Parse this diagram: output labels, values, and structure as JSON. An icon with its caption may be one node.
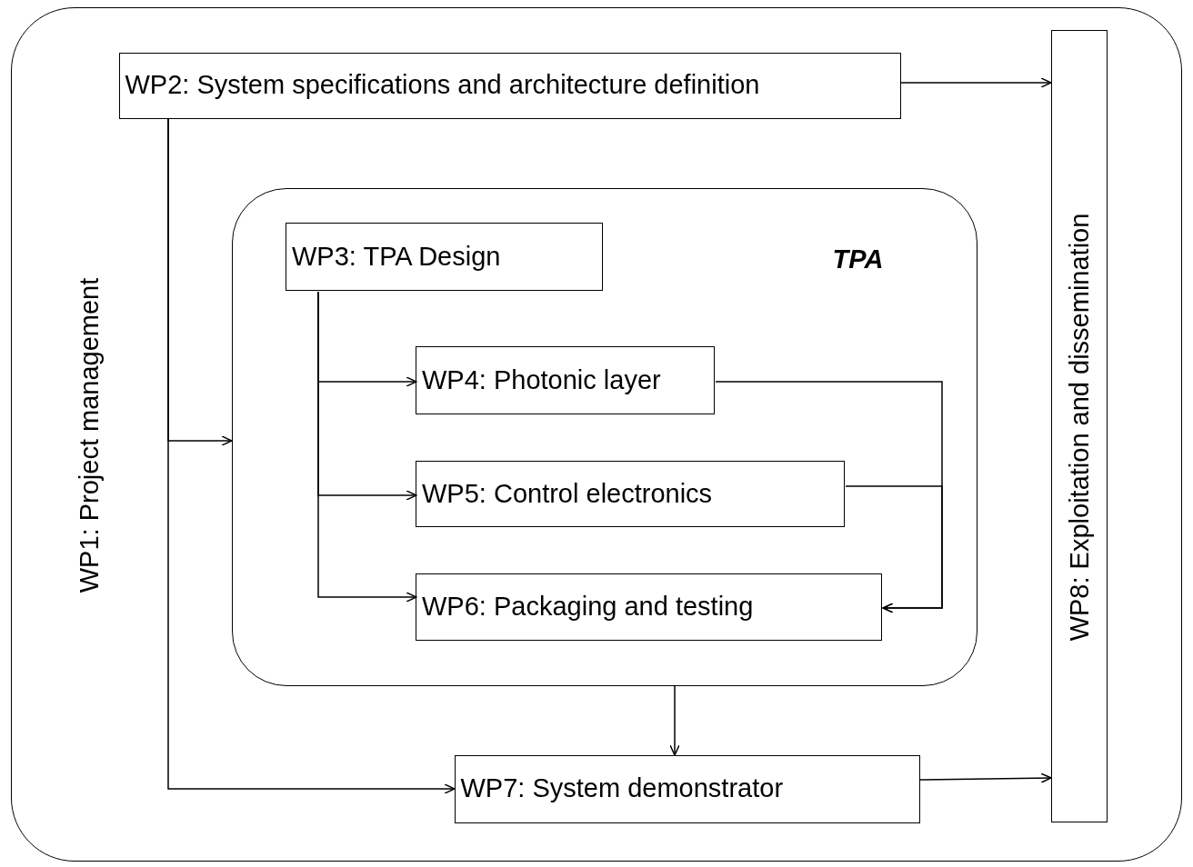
{
  "diagram": {
    "nodes": [
      {
        "text": [
          "WP1: Project management"
        ]
      },
      {
        "text": [
          "WP2: System specifications and architecture definition"
        ],
        "in": 0
      },
      {
        "text": [
          "TPA"
        ],
        "in": 0
      },
      {
        "text": [
          "WP3: TPA Design"
        ],
        "in": 2
      },
      {
        "text": [
          "WP4: Photonic layer"
        ],
        "in": 2
      },
      {
        "text": [
          "WP5: Control electronics"
        ],
        "in": 2
      },
      {
        "text": [
          "WP6: Packaging and testing"
        ],
        "in": 2
      },
      {
        "text": [
          "WP7: System demonstrator"
        ],
        "in": 0
      },
      {
        "text": [
          "WP8: Exploitation and dissemination"
        ],
        "in": 0
      }
    ],
    "edges": [
      {
        "from": 1,
        "to": 8,
        "arrow": "to"
      },
      {
        "from": 1,
        "to": 2,
        "arrow": "to"
      },
      {
        "from": 1,
        "to": 7,
        "arrow": "to"
      },
      {
        "from": 3,
        "to": 4,
        "arrow": "to"
      },
      {
        "from": 3,
        "to": 5,
        "arrow": "to"
      },
      {
        "from": 3,
        "to": 6,
        "arrow": "to"
      },
      {
        "from": 4,
        "to": 6,
        "arrow": "to"
      },
      {
        "from": 5,
        "to": 6,
        "arrow": "to"
      },
      {
        "from": 2,
        "to": 7,
        "arrow": "to"
      },
      {
        "from": 7,
        "to": 8,
        "arrow": "to"
      }
    ]
  }
}
